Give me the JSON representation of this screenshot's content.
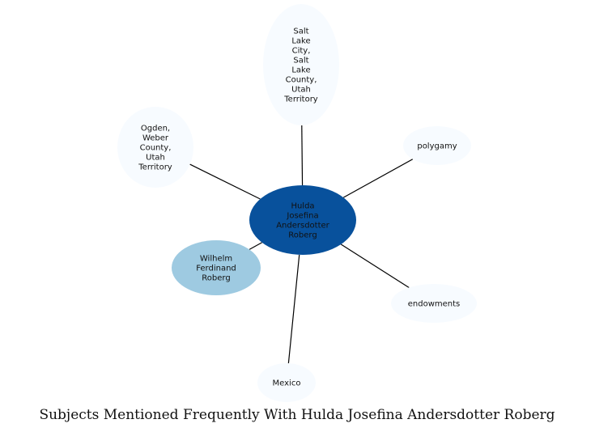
{
  "diagram": {
    "caption": "Subjects Mentioned Frequently With Hulda Josefina Andersdotter Roberg",
    "center": {
      "id": "hulda",
      "label_lines": [
        "Hulda",
        "Josefina",
        "Andersdotter",
        "Roberg"
      ],
      "fill": "#08519c"
    },
    "nodes": [
      {
        "id": "salt-lake",
        "label_lines": [
          "Salt",
          "Lake",
          "City,",
          "Salt",
          "Lake",
          "County,",
          "Utah",
          "Territory"
        ],
        "fill": "#f7fbff"
      },
      {
        "id": "polygamy",
        "label_lines": [
          "polygamy"
        ],
        "fill": "#f7fbff"
      },
      {
        "id": "endowments",
        "label_lines": [
          "endowments"
        ],
        "fill": "#f7fbff"
      },
      {
        "id": "mexico",
        "label_lines": [
          "Mexico"
        ],
        "fill": "#f7fbff"
      },
      {
        "id": "wilhelm",
        "label_lines": [
          "Wilhelm",
          "Ferdinand",
          "Roberg"
        ],
        "fill": "#9ecae1"
      },
      {
        "id": "ogden",
        "label_lines": [
          "Ogden,",
          "Weber",
          "County,",
          "Utah",
          "Territory"
        ],
        "fill": "#f7fbff"
      }
    ]
  }
}
